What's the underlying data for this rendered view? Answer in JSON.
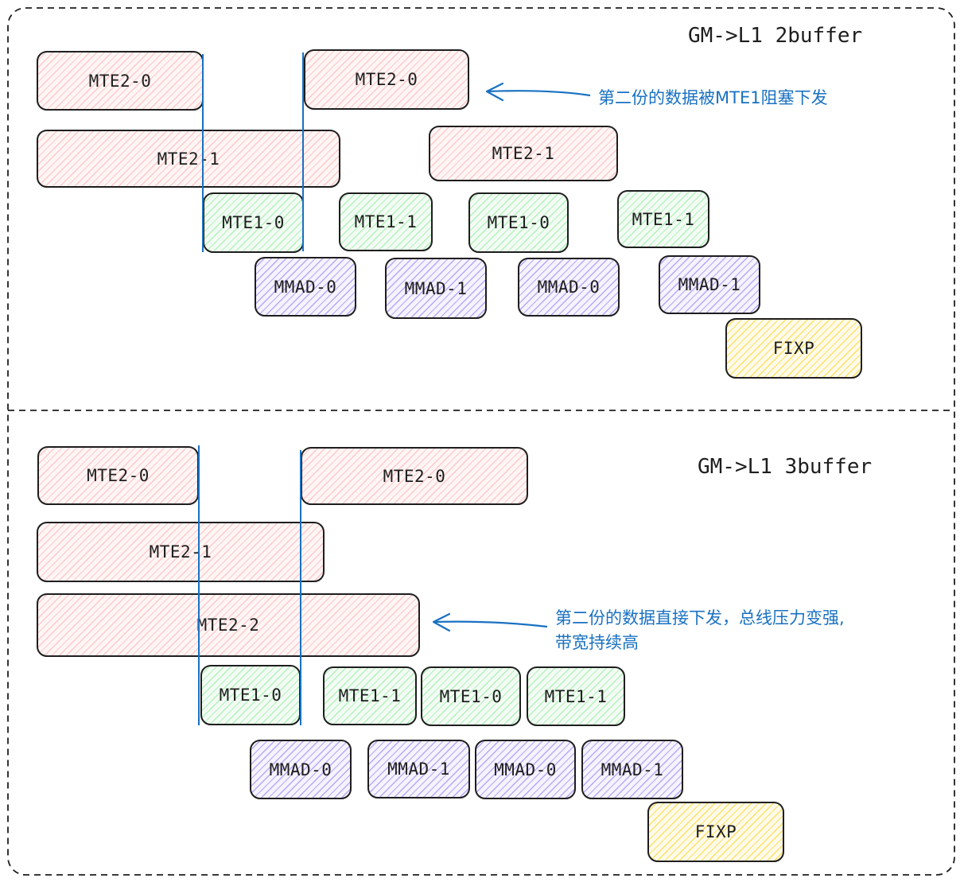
{
  "colors": {
    "mte2_fill": "#ffc9c9",
    "mte1_fill": "#b2f2bb",
    "mmad_fill": "#b9a8f5",
    "fixp_fill": "#ffe066",
    "annotation": "#1971c2",
    "stroke": "#1e1e1e"
  },
  "panel_top": {
    "title": "GM->L1 2buffer",
    "note": "第二份的数据被MTE1阻塞下发",
    "blocks": {
      "mte2_0_a": "MTE2-0",
      "mte2_0_b": "MTE2-0",
      "mte2_1_a": "MTE2-1",
      "mte2_1_b": "MTE2-1",
      "mte1_0_a": "MTE1-0",
      "mte1_1_a": "MTE1-1",
      "mte1_0_b": "MTE1-0",
      "mte1_1_b": "MTE1-1",
      "mmad_0_a": "MMAD-0",
      "mmad_1_a": "MMAD-1",
      "mmad_0_b": "MMAD-0",
      "mmad_1_b": "MMAD-1",
      "fixp": "FIXP"
    }
  },
  "panel_bottom": {
    "title": "GM->L1 3buffer",
    "note_line1": "第二份的数据直接下发，总线压力变强,",
    "note_line2": "带宽持续高",
    "blocks": {
      "mte2_0_a": "MTE2-0",
      "mte2_0_b": "MTE2-0",
      "mte2_1": "MTE2-1",
      "mte2_2": "MTE2-2",
      "mte1_0_a": "MTE1-0",
      "mte1_1_a": "MTE1-1",
      "mte1_0_b": "MTE1-0",
      "mte1_1_b": "MTE1-1",
      "mmad_0_a": "MMAD-0",
      "mmad_1_a": "MMAD-1",
      "mmad_0_b": "MMAD-0",
      "mmad_1_b": "MMAD-1",
      "fixp": "FIXP"
    }
  }
}
